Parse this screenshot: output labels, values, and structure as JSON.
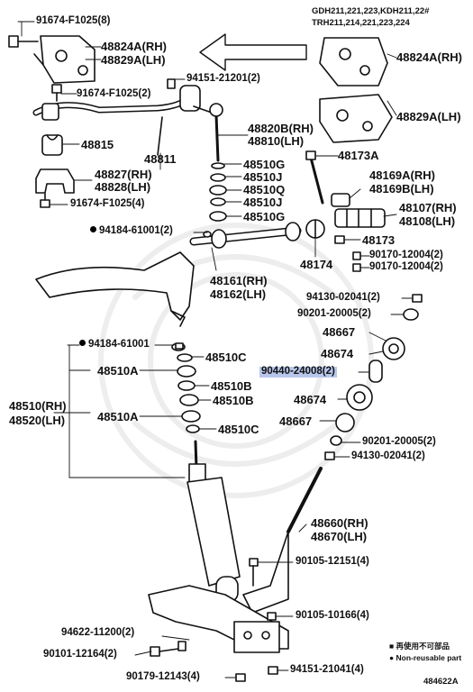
{
  "diagram": {
    "id": "484622A",
    "models": [
      "GDH211,221,223,KDH211,22#",
      "TRH211,214,221,223,224"
    ],
    "legend": [
      {
        "symbol": "■",
        "text": "再使用不可部品"
      },
      {
        "symbol": "●",
        "text": "Non-reusable part"
      }
    ],
    "parts": {
      "p91674_f1025_8": "91674-F1025(8)",
      "p48824a": "48824A(RH)",
      "p48829a": "48829A(LH)",
      "p48824a_r": "48824A(RH)",
      "p48829a_r": "48829A(LH)",
      "p94151_21201_2": "94151-21201(2)",
      "p91674_f1025_2": "91674-F1025(2)",
      "p48820b": "48820B(RH)",
      "p48810": "48810(LH)",
      "p48815": "48815",
      "p48811": "48811",
      "p48173a": "48173A",
      "p48510g_a": "48510G",
      "p48510j_a": "48510J",
      "p48827": "48827(RH)",
      "p48828": "48828(LH)",
      "p48169a": "48169A(RH)",
      "p48169b": "48169B(LH)",
      "p48510q": "48510Q",
      "p91674_f1025_4": "91674-F1025(4)",
      "p48510j_b": "48510J",
      "p48107": "48107(RH)",
      "p48108": "48108(LH)",
      "p48510g_b": "48510G",
      "p94184_61001_2": "94184-61001(2)",
      "p48173": "48173",
      "p90170_a": "90170-12004(2)",
      "p48174": "48174",
      "p90170_b": "90170-12004(2)",
      "p48161": "48161(RH)",
      "p48162": "48162(LH)",
      "p94130_02041_a": "94130-02041(2)",
      "p90201_20005_a": "90201-20005(2)",
      "p48667_a": "48667",
      "p94184_61001": "94184-61001",
      "p48510c_a": "48510C",
      "p48674_a": "48674",
      "p48510a_a": "48510A",
      "p90440": "90440-24008(2)",
      "p48510b_a": "48510B",
      "p48510b_b": "48510B",
      "p48510rh": "48510(RH)",
      "p48520lh": "48520(LH)",
      "p48674_b": "48674",
      "p48510a_b": "48510A",
      "p48667_b": "48667",
      "p48510c_b": "48510C",
      "p90201_20005_b": "90201-20005(2)",
      "p94130_02041_b": "94130-02041(2)",
      "p48660": "48660(RH)",
      "p48670": "48670(LH)",
      "p90105_12151": "90105-12151(4)",
      "p90105_10166": "90105-10166(4)",
      "p94622_11200": "94622-11200(2)",
      "p90101_12164": "90101-12164(2)",
      "p90179_12143": "90179-12143(4)",
      "p94151_21041": "94151-21041(4)"
    }
  }
}
